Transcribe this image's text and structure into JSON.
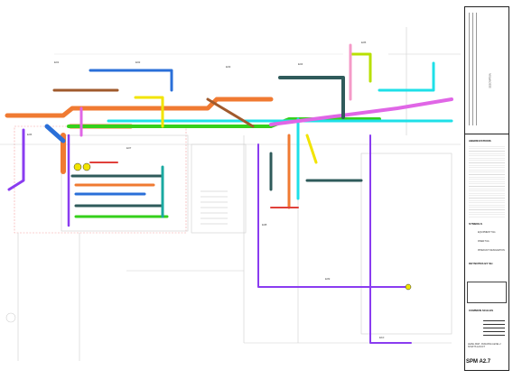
{
  "sheet": {
    "number": "SPM A2.7",
    "abbreviations_title": "ABBREVIATIONS",
    "symbols_title": "SYMBOLS",
    "symbols": [
      "EQUIPMENT TAG",
      "RISER TAG",
      "PIPE/DUCT DESIGNATION"
    ],
    "keynotes_title": "KEYNOTES BY SH",
    "common_scales_title": "COMMON SCALES",
    "drawing_title": "LEVEL MAP - BUILDING LEVEL 2 SHAFTS & DUCT",
    "revision_label": "DESCRIPTION"
  },
  "colors": {
    "orange": "#f07a32",
    "green": "#35d01a",
    "cyan": "#1ee0e8",
    "magenta": "#e066e6",
    "purple": "#8a3cf0",
    "darkslate": "#2f5b5b",
    "yellow": "#f2e400",
    "blue": "#2a6fd8",
    "brown": "#a05a2c",
    "lime": "#b8e000",
    "teal": "#1aa9a0",
    "red": "#e0403a",
    "pink": "#f59ac8"
  },
  "tags": [
    "E01",
    "E02",
    "E03",
    "E04",
    "E05",
    "E06",
    "E07",
    "E08",
    "E09",
    "E10"
  ]
}
